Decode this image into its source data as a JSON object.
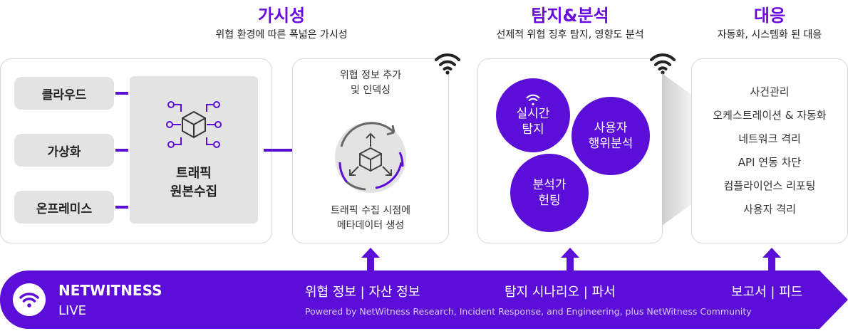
{
  "sections": {
    "visibility": {
      "title": "가시성",
      "subtitle": "위협 환경에 따른 폭넓은 가시성"
    },
    "detection": {
      "title": "탐지&분석",
      "subtitle": "선제적 위협 징후 탐지, 영향도 분석"
    },
    "response": {
      "title": "대응",
      "subtitle": "자동화, 시스템화 된 대응"
    }
  },
  "sources": [
    "클라우드",
    "가상화",
    "온프레미스"
  ],
  "traffic_core": {
    "line1": "트래픽",
    "line2": "원본수집"
  },
  "enrichment": {
    "top_line1": "위협 정보 추가",
    "top_line2": "및 인덱싱",
    "bottom_line1": "트래픽 수집 시점에",
    "bottom_line2": "메타데이터 생성"
  },
  "analysis_circles": {
    "realtime": {
      "line1": "실시간",
      "line2": "탐지"
    },
    "user": {
      "line1": "사용자",
      "line2": "행위분석"
    },
    "hunting": {
      "line1": "분석가",
      "line2": "헌팅"
    }
  },
  "response_items": [
    "사건관리",
    "오케스트레이션 & 자동화",
    "네트워크 격리",
    "API 연동 차단",
    "컴플라이언스 리포팅",
    "사용자 격리"
  ],
  "bottom_bar": {
    "brand": "NETWITNESS",
    "brand_sub": "LIVE",
    "label1": "위협 정보 | 자산 정보",
    "label2": "탐지 시나리오 | 파서",
    "label3": "보고서 | 피드",
    "footer": "Powered by NetWitness Research, Incident Response, and Engineering, plus NetWitness Community"
  },
  "colors": {
    "accent": "#5a0ed8",
    "title": "#6a0dde",
    "box_gray": "#e3e3e3"
  }
}
